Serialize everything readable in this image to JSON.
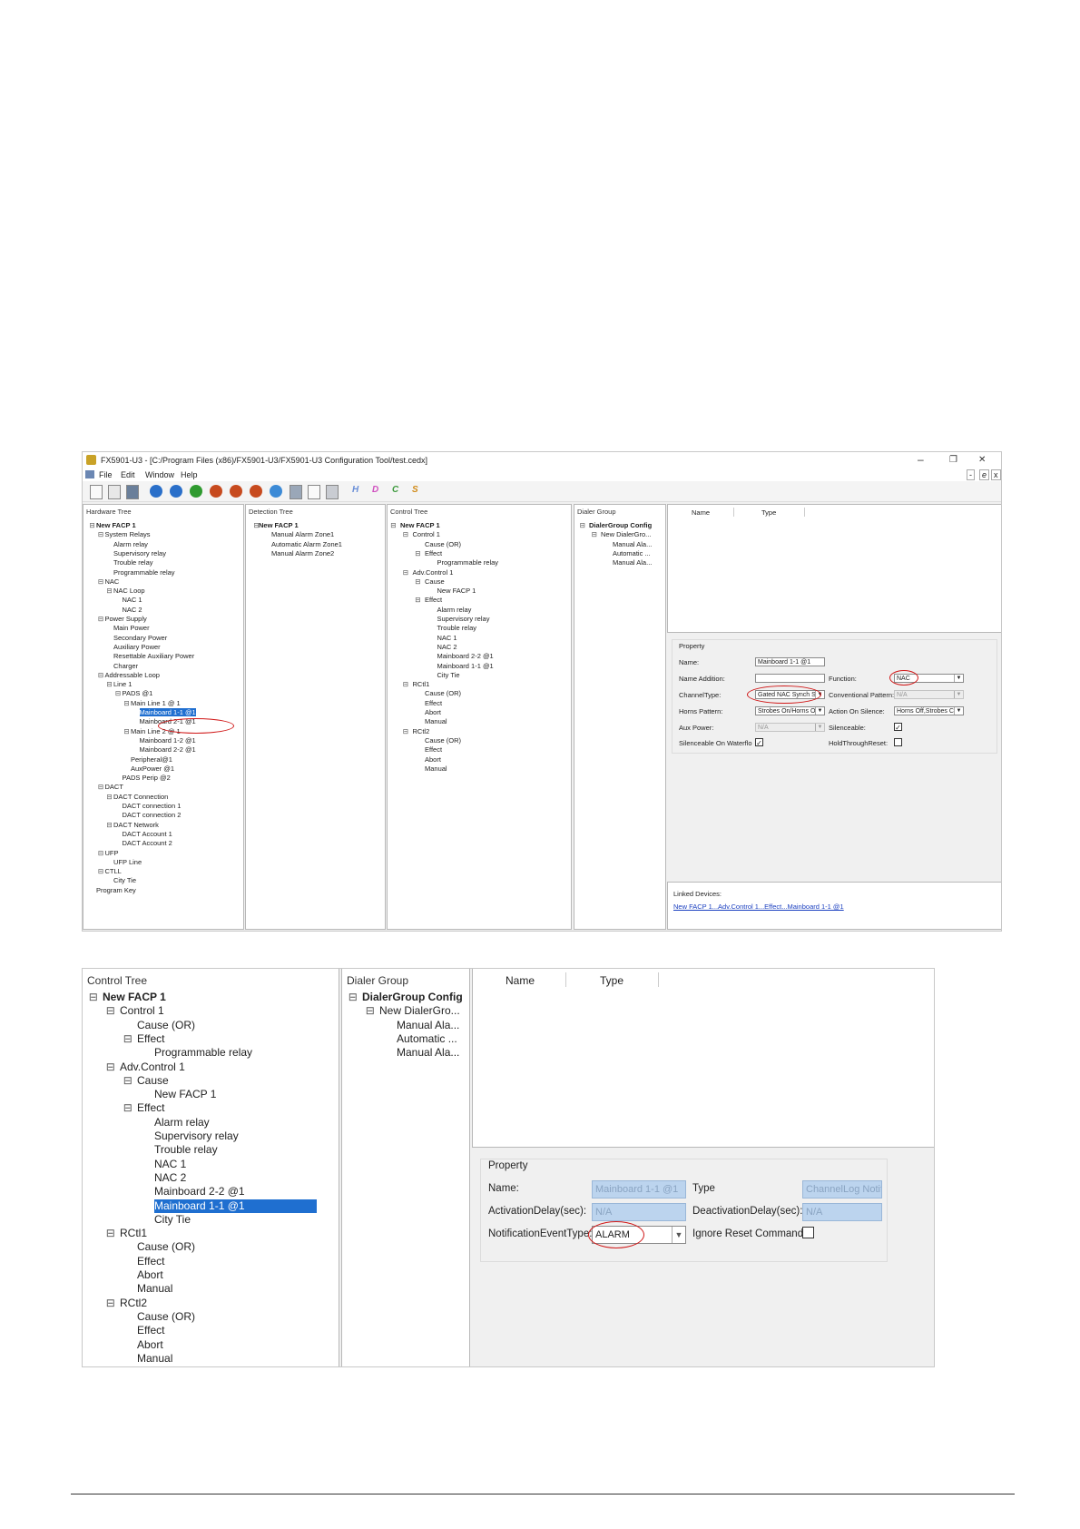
{
  "app": {
    "title": "FX5901-U3 - [C:/Program Files (x86)/FX5901-U3/FX5901-U3 Configuration Tool/test.cedx]",
    "menu": [
      "File",
      "Edit",
      "Window",
      "Help"
    ],
    "window_controls": {
      "minimize": "–",
      "restore": "❐",
      "close": "✕"
    },
    "mdi_controls": {
      "minimize": "-",
      "restore": "e",
      "close": "x"
    },
    "toolbar_letters": [
      "H",
      "D",
      "C",
      "S"
    ],
    "colors": {
      "selection": "#1f6fd0",
      "annotation": "#d01818",
      "link": "#1a3fc0"
    }
  },
  "shot1": {
    "panes": {
      "hardware": "Hardware Tree",
      "detection": "Detection Tree",
      "control": "Control Tree",
      "dialer": "Dialer Group"
    },
    "list_headers": {
      "name": "Name",
      "type": "Type"
    },
    "hardware_tree": [
      "New FACP 1",
      "System Relays",
      "Alarm relay",
      "Supervisory relay",
      "Trouble relay",
      "Programmable relay",
      "NAC",
      "NAC Loop",
      "NAC 1",
      "NAC 2",
      "Power Supply",
      "Main Power",
      "Secondary Power",
      "Auxiliary Power",
      "Resettable Auxiliary Power",
      "Charger",
      "Addressable Loop",
      "Line 1",
      "PADS @1",
      "Main Line 1 @ 1",
      "Mainboard 1-1 @1",
      "Mainboard 2-1 @1",
      "Main Line 2 @ 1",
      "Mainboard 1-2 @1",
      "Mainboard 2-2 @1",
      "Peripheral@1",
      "AuxPower @1",
      "PADS Perip @2",
      "DACT",
      "DACT Connection",
      "DACT connection 1",
      "DACT connection 2",
      "DACT Network",
      "DACT Account 1",
      "DACT Account 2",
      "UFP",
      "UFP Line",
      "CTLL",
      "City Tie",
      "Program Key"
    ],
    "detection_tree": [
      "New FACP 1",
      "Manual Alarm Zone1",
      "Automatic Alarm Zone1",
      "Manual Alarm Zone2"
    ],
    "control_tree": [
      "New FACP 1",
      "Control 1",
      "Cause (OR)",
      "Effect",
      "Programmable relay",
      "Adv.Control 1",
      "Cause",
      "New FACP 1",
      "Effect",
      "Alarm relay",
      "Supervisory relay",
      "Trouble relay",
      "NAC 1",
      "NAC 2",
      "Mainboard 2-2 @1",
      "Mainboard 1-1 @1",
      "City Tie",
      "RCtl1",
      "Cause (OR)",
      "Effect",
      "Abort",
      "Manual",
      "RCtl2",
      "Cause (OR)",
      "Effect",
      "Abort",
      "Manual"
    ],
    "dialer_tree": [
      "DialerGroup Config",
      "New DialerGro...",
      "Manual Ala...",
      "Automatic ...",
      "Manual Ala..."
    ],
    "property": {
      "header": "Property",
      "name_label": "Name:",
      "name_value": "Mainboard 1-1 @1",
      "name_addition_label": "Name Addition:",
      "name_addition_value": "",
      "function_label": "Function:",
      "function_value": "NAC",
      "channel_type_label": "ChannelType:",
      "channel_type_value": "Gated NAC Synch S",
      "conventional_pattern_label": "Conventional Pattern:",
      "conventional_pattern_value": "N/A",
      "horns_pattern_label": "Horns Pattern:",
      "horns_pattern_value": "Strobes On/Horns O",
      "action_on_silence_label": "Action On Silence:",
      "action_on_silence_value": "Horns Off,Strobes C",
      "aux_power_label": "Aux Power:",
      "aux_power_value": "N/A",
      "silenceable_label": "Silenceable:",
      "silenceable_checked": true,
      "silenceable_waterflow_label": "Silenceable On Waterflo",
      "silenceable_waterflow_checked": true,
      "hold_through_reset_label": "HoldThroughReset:",
      "hold_through_reset_checked": false
    },
    "linked": {
      "label": "Linked Devices:",
      "value": "New FACP 1...Adv.Control 1...Effect...Mainboard 1-1 @1"
    }
  },
  "shot2": {
    "panes": {
      "control": "Control Tree",
      "dialer": "Dialer Group"
    },
    "list_headers": {
      "name": "Name",
      "type": "Type"
    },
    "control_tree": [
      "New FACP 1",
      "Control 1",
      "Cause (OR)",
      "Effect",
      "Programmable relay",
      "Adv.Control 1",
      "Cause",
      "New FACP 1",
      "Effect",
      "Alarm relay",
      "Supervisory relay",
      "Trouble relay",
      "NAC 1",
      "NAC 2",
      "Mainboard 2-2 @1",
      "Mainboard 1-1 @1",
      "City Tie",
      "RCtl1",
      "Cause (OR)",
      "Effect",
      "Abort",
      "Manual",
      "RCtl2",
      "Cause (OR)",
      "Effect",
      "Abort",
      "Manual"
    ],
    "dialer_tree": [
      "DialerGroup Config",
      "New DialerGro...",
      "Manual Ala...",
      "Automatic ...",
      "Manual Ala..."
    ],
    "property": {
      "header": "Property",
      "name_label": "Name:",
      "name_value": "Mainboard 1-1 @1",
      "type_label": "Type",
      "type_value": "ChannelLog Notifyf",
      "activation_label": "ActivationDelay(sec):",
      "activation_value": "N/A",
      "deactivation_label": "DeactivationDelay(sec):",
      "deactivation_value": "N/A",
      "net_label": "NotificationEventType:",
      "net_value": "ALARM",
      "ignore_reset_label": "Ignore Reset Command:",
      "ignore_reset_checked": false
    }
  }
}
